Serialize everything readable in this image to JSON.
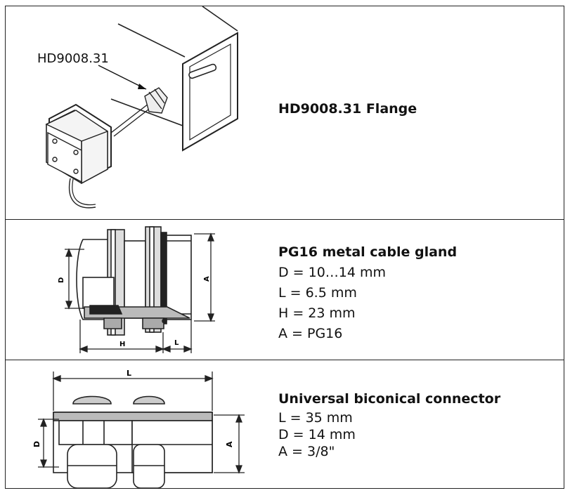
{
  "rows": [
    {
      "callout": "HD9008.31",
      "title": "HD9008.31 Flange",
      "lines": []
    },
    {
      "title": "PG16 metal cable gland",
      "lines": [
        "D = 10…14 mm",
        "L = 6.5 mm",
        "H = 23 mm",
        "A = PG16"
      ],
      "dim_labels": {
        "d": "D",
        "a": "A",
        "h": "H",
        "l": "L"
      }
    },
    {
      "title": "Universal biconical connector",
      "lines": [
        "L = 35 mm",
        "D = 14 mm",
        "A = 3/8\""
      ],
      "dim_labels": {
        "l": "L",
        "d": "D",
        "a": "A"
      }
    }
  ]
}
